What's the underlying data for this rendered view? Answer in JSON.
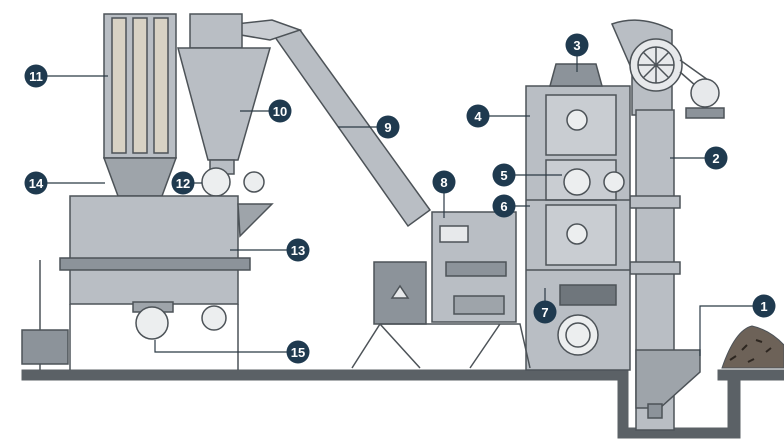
{
  "diagram": {
    "colors": {
      "badge": "#1f3a4f",
      "metal": "#b9bec4",
      "metal_dark": "#8c939a",
      "outline": "#4d5358",
      "ground": "#5b6166",
      "leader": "#2b3a45",
      "filter": "#d8d2c4"
    },
    "callouts": [
      "1",
      "2",
      "3",
      "4",
      "5",
      "6",
      "7",
      "8",
      "9",
      "10",
      "11",
      "12",
      "13",
      "14",
      "15"
    ]
  }
}
